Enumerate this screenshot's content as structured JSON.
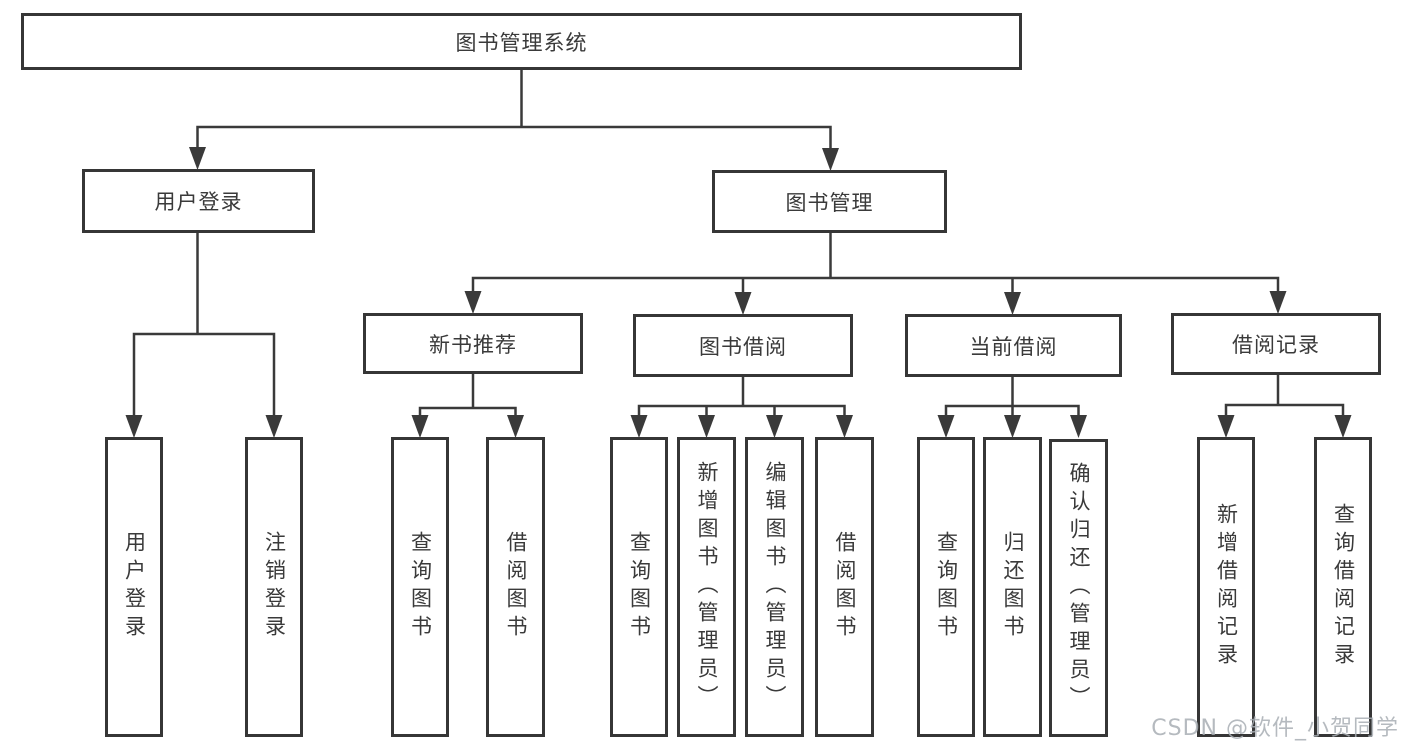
{
  "tree": {
    "root": {
      "label": "图书管理系统"
    },
    "branches": [
      {
        "label": "用户登录",
        "children": [
          {
            "label": "用户登录"
          },
          {
            "label": "注销登录"
          }
        ]
      },
      {
        "label": "图书管理",
        "children": [
          {
            "label": "新书推荐",
            "children": [
              {
                "label": "查询图书"
              },
              {
                "label": "借阅图书"
              }
            ]
          },
          {
            "label": "图书借阅",
            "children": [
              {
                "label": "查询图书"
              },
              {
                "label": "新增图书（管理员）"
              },
              {
                "label": "编辑图书（管理员）"
              },
              {
                "label": "借阅图书"
              }
            ]
          },
          {
            "label": "当前借阅",
            "children": [
              {
                "label": "查询图书"
              },
              {
                "label": "归还图书"
              },
              {
                "label": "确认归还（管理员）"
              }
            ]
          },
          {
            "label": "借阅记录",
            "children": [
              {
                "label": "新增借阅记录"
              },
              {
                "label": "查询借阅记录"
              }
            ]
          }
        ]
      }
    ]
  },
  "watermark": {
    "text": "CSDN @软件_小贺同学"
  },
  "colors": {
    "line": "#3a3a3a",
    "box_border": "#363636",
    "text": "#3a3a3a",
    "watermark": "#a9aeb4",
    "background": "#ffffff"
  }
}
